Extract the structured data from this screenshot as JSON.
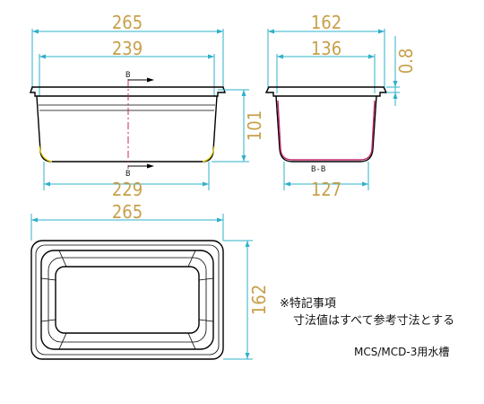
{
  "dimensions": {
    "front_top_width": "265",
    "front_inner_width": "239",
    "front_bottom_width": "229",
    "depth": "101",
    "side_top_width": "162",
    "side_inner_width": "136",
    "side_bottom_width": "127",
    "rim_thickness": "0.8",
    "plan_length": "265",
    "plan_width": "162"
  },
  "section_labels": {
    "top": "B",
    "bottom": "B",
    "side_view": "B-B"
  },
  "notes": {
    "heading": "※特記事項",
    "body": "寸法値はすべて参考寸法とする",
    "model": "MCS/MCD-3用水槽"
  },
  "colors": {
    "dimension_line": "#2fb0c8",
    "dimension_text": "#c8a04a",
    "section_line": "#c0286a",
    "outline": "#000000"
  }
}
